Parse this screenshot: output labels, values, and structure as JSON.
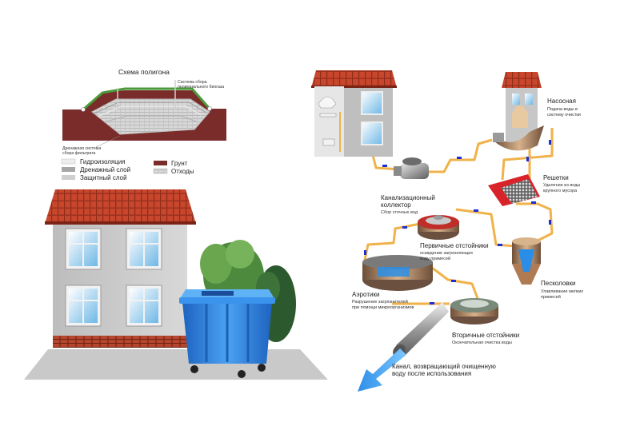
{
  "landfill": {
    "title": "Схема полигона",
    "biogas_note": [
      "Система сбора",
      "полигонального биогаза"
    ],
    "drainage_note": [
      "Дренажная система",
      "сбора фильтрата"
    ],
    "legend": {
      "waterproofing": "Гидроизоляция",
      "drainage_layer": "Дренажный слой",
      "protective_layer": "Защитный  слой",
      "soil": "Грунт",
      "waste": "Отходы"
    }
  },
  "treatment": {
    "pumping": {
      "title": "Насосная",
      "desc": [
        "Подача воды в",
        "систему очистки"
      ]
    },
    "screens": {
      "title": "Решетки",
      "desc": [
        "Удаление из воды",
        "крупного мусора"
      ]
    },
    "collector": {
      "title": [
        "Канализационный",
        "коллектор"
      ],
      "desc": "Сбор сточных вод"
    },
    "primary": {
      "title": "Первичные отстойники",
      "desc": [
        "осаждение загрязняющих",
        "воду примесей"
      ]
    },
    "sand": {
      "title": "Песколовки",
      "desc": [
        "Улавливание мелких",
        "примесей"
      ]
    },
    "aerotanks": {
      "title": "Аэротики",
      "desc": [
        "Разрушение загрязнителей",
        "при помощи микроорганизмов"
      ]
    },
    "secondary": {
      "title": "Вторичные отстойники",
      "desc": "Окончательная очистка воды"
    },
    "channel": {
      "title": [
        "Канал, возвращающий очищенную",
        "воду после использования"
      ]
    }
  },
  "colors": {
    "roof": "#c0432a",
    "wall": "#c9c9c9",
    "soil": "#7a2c2a",
    "pipe": "#f0b24a",
    "flow_marker": "#1c2fd6",
    "container": "#2f86e6",
    "water": "#2a8ee8",
    "screen": "#d8232a"
  }
}
